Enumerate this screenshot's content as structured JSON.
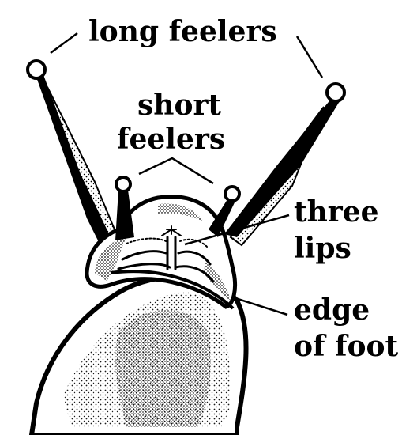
{
  "labels": {
    "long_feelers": "long feelers",
    "short_feelers_line1": "short",
    "short_feelers_line2": "feelers",
    "three_lips_line1": "three",
    "three_lips_line2": "lips",
    "edge_of_foot_line1": "edge",
    "edge_of_foot_line2": "of foot"
  },
  "colors": {
    "ink": "#000000",
    "paper": "#ffffff"
  }
}
